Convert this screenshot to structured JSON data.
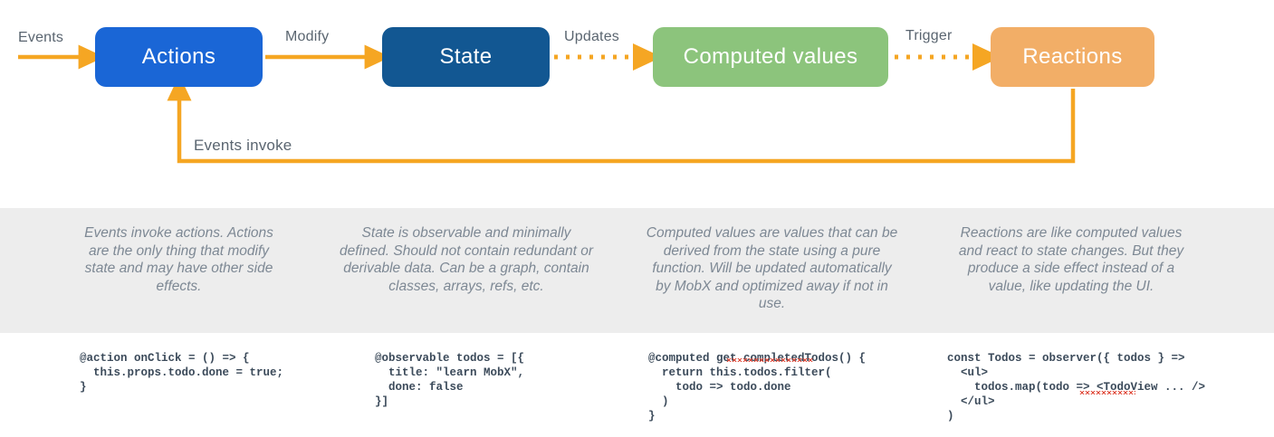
{
  "diagram": {
    "title": "MobX core concepts unidirectional data flow",
    "nodes": [
      {
        "id": "actions",
        "label": "Actions",
        "color": "#1A66D6"
      },
      {
        "id": "state",
        "label": "State",
        "color": "#125792"
      },
      {
        "id": "computed",
        "label": "Computed values",
        "color": "#8CC47C"
      },
      {
        "id": "reactions",
        "label": "Reactions",
        "color": "#F2AE67"
      }
    ],
    "edges": [
      {
        "id": "events",
        "label": "Events",
        "style": "solid",
        "from": "outside",
        "to": "actions"
      },
      {
        "id": "modify",
        "label": "Modify",
        "style": "solid",
        "from": "actions",
        "to": "state"
      },
      {
        "id": "updates",
        "label": "Updates",
        "style": "dotted",
        "from": "state",
        "to": "computed"
      },
      {
        "id": "trigger",
        "label": "Trigger",
        "style": "dotted",
        "from": "computed",
        "to": "reactions"
      },
      {
        "id": "events-invoke",
        "label": "Events invoke",
        "style": "solid",
        "from": "reactions",
        "to": "actions"
      }
    ],
    "arrow_color": "#F5A623",
    "label_color": "#5a6570"
  },
  "descriptions": {
    "band_color": "#EDEDED",
    "text_color": "#7d8894",
    "actions": "Events invoke actions. Actions are the only thing that modify state and may have other side effects.",
    "state": "State is observable and minimally defined. Should not contain redundant or derivable data. Can be a graph, contain classes, arrays, refs, etc.",
    "computed": "Computed values are values that can be derived from the state using a pure function. Will be updated automatically by MobX and optimized away if not in use.",
    "reactions": "Reactions are like computed values and react to state changes. But they produce a side effect instead of a value, like updating the UI."
  },
  "code_samples": {
    "text_color": "#3b4a5a",
    "spellcheck_color": "#e04a3a",
    "actions": "@action onClick = () => {\n  this.props.todo.done = true;\n}",
    "state": "@observable todos = [{\n  title: \"learn MobX\",\n  done: false\n}]",
    "computed": "@computed get completedTodos() {\n  return this.todos.filter(\n    todo => todo.done\n  )\n}",
    "reactions": "const Todos = observer({ todos } =>\n  <ul>\n    todos.map(todo => <TodoView ... />\n  </ul>\n)",
    "spellchecked_words": [
      "completedTodos",
      "TodoView"
    ]
  }
}
